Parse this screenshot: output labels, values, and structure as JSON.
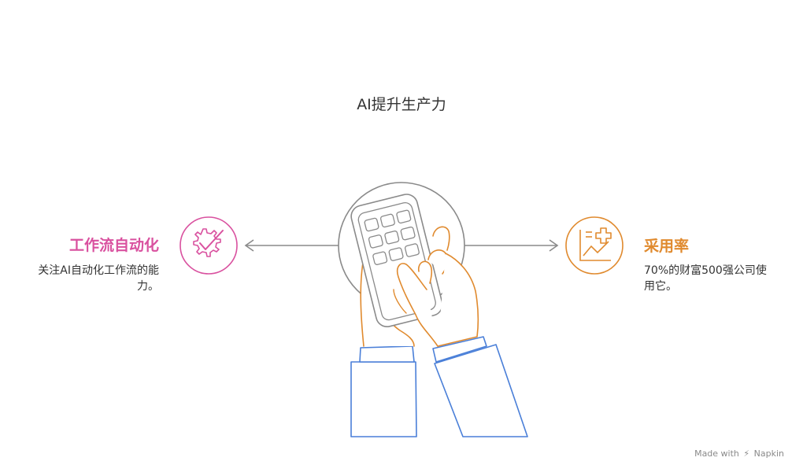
{
  "title": "AI提升生产力",
  "left": {
    "heading": "工作流自动化",
    "description": "关注AI自动化工作流的能力。",
    "icon": "gear-checkmark-icon",
    "color": "#d9519f"
  },
  "right": {
    "heading": "采用率",
    "description": "70%的财富500强公司使用它。",
    "icon": "chart-plus-icon",
    "color": "#e08a2e"
  },
  "center": {
    "icon": "hands-calculator-icon",
    "hand_color": "#e08a2e",
    "sleeve_color": "#4a7fd8"
  },
  "footer": {
    "made_with": "Made with",
    "brand": "Napkin"
  }
}
